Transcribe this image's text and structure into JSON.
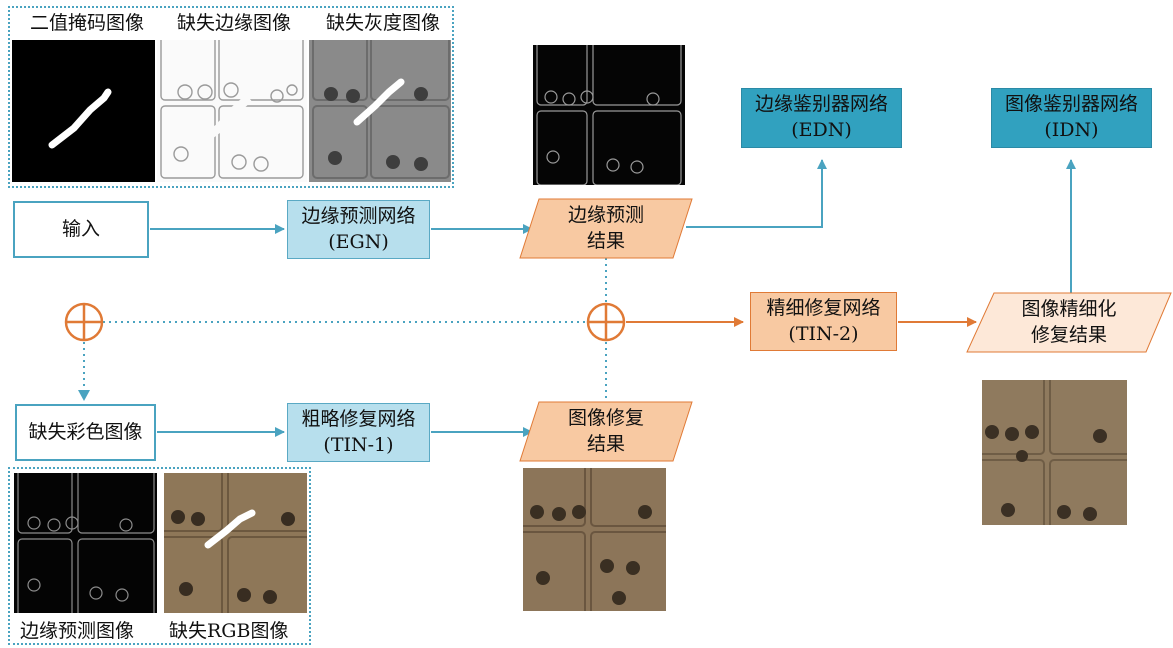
{
  "top_group": {
    "labels": [
      "二值掩码图像",
      "缺失边缘图像",
      "缺失灰度图像"
    ]
  },
  "bottom_group": {
    "labels": [
      "边缘预测图像",
      "缺失RGB图像"
    ]
  },
  "nodes": {
    "input": "输入",
    "egn": {
      "line1": "边缘预测网络",
      "line2": "(EGN)"
    },
    "edge_result": {
      "line1": "边缘预测",
      "line2": "结果"
    },
    "edn": {
      "line1": "边缘鉴别器网络",
      "line2": "(EDN)"
    },
    "idn": {
      "line1": "图像鉴别器网络",
      "line2": "(IDN)"
    },
    "tin2": {
      "line1": "精细修复网络",
      "line2": "(TIN-2)"
    },
    "fine_result": {
      "line1": "图像精细化",
      "line2": "修复结果"
    },
    "missing_color": "缺失彩色图像",
    "tin1": {
      "line1": "粗略修复网络",
      "line2": "(TIN-1)"
    },
    "coarse_result": {
      "line1": "图像修复",
      "line2": "结果"
    }
  },
  "colors": {
    "blue_line": "#4aa3c0",
    "orange_line": "#e07a36",
    "teal_box": "#31a1bf",
    "light_blue_box": "#b7dfed",
    "orange_box": "#f8c9a2",
    "light_orange": "#fde8d8"
  }
}
